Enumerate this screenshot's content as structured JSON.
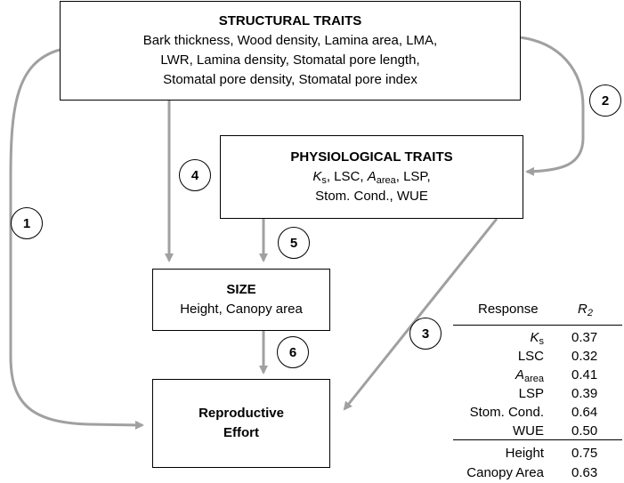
{
  "structural": {
    "title": "STRUCTURAL TRAITS",
    "line1": "Bark thickness, Wood density, Lamina area, LMA,",
    "line2": "LWR, Lamina density, Stomatal pore length,",
    "line3": "Stomatal pore density, Stomatal pore index"
  },
  "physiological": {
    "title": "PHYSIOLOGICAL TRAITS",
    "ks_k": "K",
    "ks_sub": "s",
    "mid1": ", LSC, ",
    "a_a": "A",
    "a_sub": "area",
    "mid2": ", LSP,",
    "line2": "Stom. Cond., WUE"
  },
  "size": {
    "title": "SIZE",
    "line1": "Height, Canopy area"
  },
  "reproductive": {
    "line1": "Reproductive",
    "line2": "Effort"
  },
  "paths": [
    "1",
    "2",
    "3",
    "4",
    "5",
    "6"
  ],
  "table": {
    "header_response": "Response",
    "header_r": "R",
    "header_r_sub": "2",
    "rows": [
      {
        "label": "K",
        "sub": "s",
        "italic": true,
        "value": "0.37"
      },
      {
        "label": "LSC",
        "sub": "",
        "italic": false,
        "value": "0.32"
      },
      {
        "label": "A",
        "sub": "area",
        "italic": true,
        "value": "0.41"
      },
      {
        "label": "LSP",
        "sub": "",
        "italic": false,
        "value": "0.39"
      },
      {
        "label": "Stom. Cond.",
        "sub": "",
        "italic": false,
        "value": "0.64"
      },
      {
        "label": "WUE",
        "sub": "",
        "italic": false,
        "value": "0.50"
      },
      {
        "label": "Height",
        "sub": "",
        "italic": false,
        "value": "0.75"
      },
      {
        "label": "Canopy Area",
        "sub": "",
        "italic": false,
        "value": "0.63"
      }
    ]
  },
  "colors": {
    "arrow": "#a0a0a0",
    "box_border": "#000000"
  }
}
